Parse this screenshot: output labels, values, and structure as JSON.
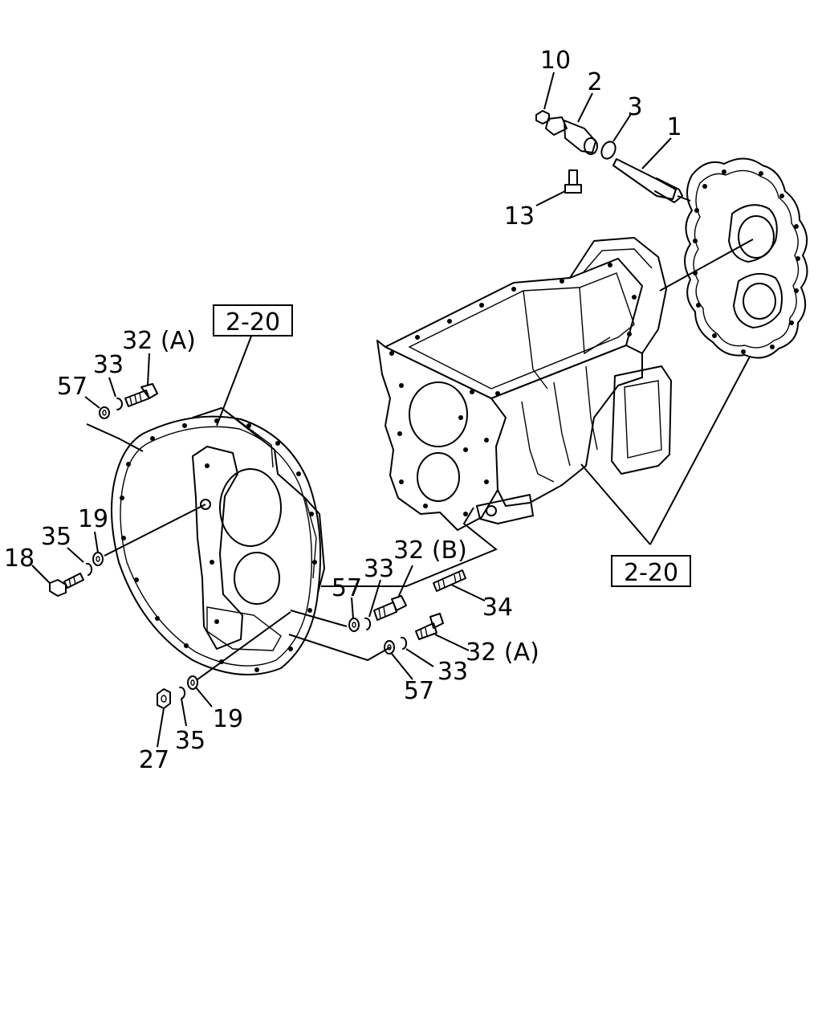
{
  "callouts": {
    "p1": "1",
    "p2": "2",
    "p3": "3",
    "p10": "10",
    "p13": "13",
    "p32a_top": "32 (A)",
    "p33_top": "33",
    "p57_top": "57",
    "p19_left": "19",
    "p35_left": "35",
    "p18": "18",
    "p57_mid": "57",
    "p33_mid": "33",
    "p32b": "32 (B)",
    "p34": "34",
    "p32a_bot": "32 (A)",
    "p33_bot": "33",
    "p57_bot": "57",
    "p19_bot": "19",
    "p35_bot": "35",
    "p27": "27"
  },
  "refs": {
    "ref_top_left": "2-20",
    "ref_right": "2-20"
  }
}
